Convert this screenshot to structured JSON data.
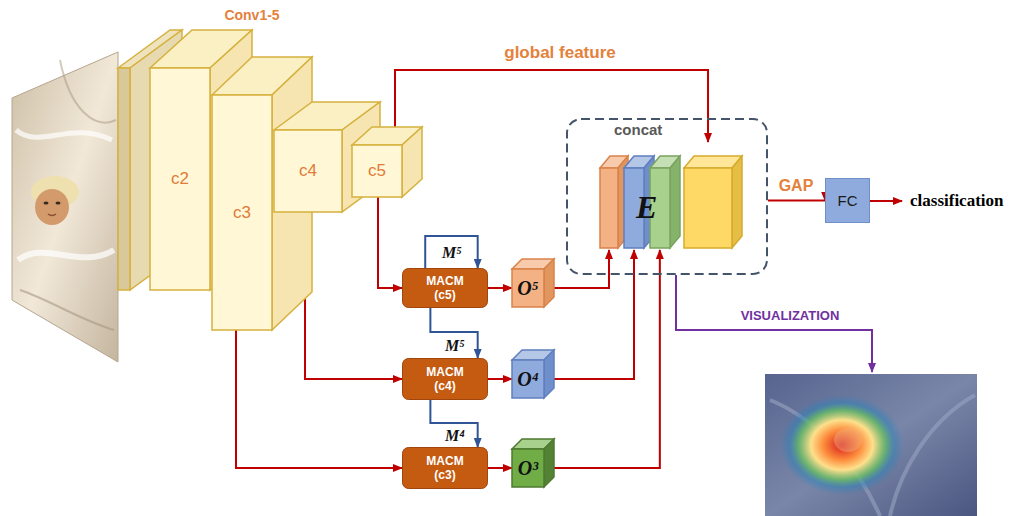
{
  "diagram": {
    "nodes": [
      {
        "text": [
          "c2"
        ]
      },
      {
        "text": [
          "c3"
        ]
      },
      {
        "text": [
          "c4"
        ]
      },
      {
        "text": [
          "c5"
        ]
      },
      {
        "text": [
          "concat"
        ]
      },
      {
        "text": [
          "E"
        ],
        "in": 4
      },
      {
        "text": [
          "FC"
        ]
      },
      {
        "text": [
          "MACM (c5)"
        ]
      },
      {
        "text": [
          "O⁵"
        ]
      },
      {
        "text": [
          "MACM (c4)"
        ]
      },
      {
        "text": [
          "O⁴"
        ]
      },
      {
        "text": [
          "MACM (c3)"
        ]
      },
      {
        "text": [
          "O³"
        ]
      }
    ],
    "edges": [
      {
        "from": 3,
        "to": 5,
        "arrow": "to",
        "label": "global feature"
      },
      {
        "from": 3,
        "to": 7,
        "arrow": "to"
      },
      {
        "from": 2,
        "to": 9,
        "arrow": "to"
      },
      {
        "from": 1,
        "to": 11,
        "arrow": "to"
      },
      {
        "from": 7,
        "to": 7,
        "arrow": "to",
        "label": "M⁵"
      },
      {
        "from": 7,
        "to": 9,
        "arrow": "to",
        "label": "M⁵"
      },
      {
        "from": 9,
        "to": 11,
        "arrow": "to",
        "label": "M⁴"
      },
      {
        "from": 7,
        "to": 8,
        "arrow": "to"
      },
      {
        "from": 9,
        "to": 10,
        "arrow": "to"
      },
      {
        "from": 11,
        "to": 12,
        "arrow": "to"
      },
      {
        "from": 8,
        "to": 5,
        "arrow": "to"
      },
      {
        "from": 10,
        "to": 5,
        "arrow": "to"
      },
      {
        "from": 12,
        "to": 5,
        "arrow": "to"
      },
      {
        "from": 4,
        "to": 6,
        "arrow": "to",
        "label": "GAP"
      }
    ],
    "labels": [
      "Conv1-5",
      "classification",
      "VISUALIZATION"
    ]
  }
}
